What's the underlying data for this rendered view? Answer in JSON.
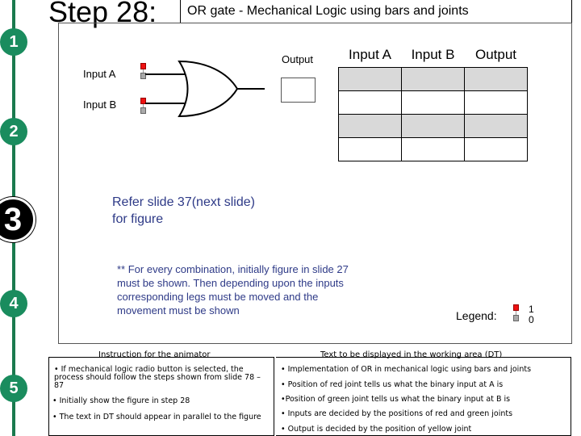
{
  "header": {
    "step_title": "Step 28:",
    "subtitle": "OR gate - Mechanical Logic using bars and joints"
  },
  "timeline": {
    "steps": [
      "1",
      "2",
      "3",
      "4",
      "5"
    ],
    "active_step": "3",
    "color": "#1a8c5e"
  },
  "figure": {
    "input_a_label": "Input A",
    "input_b_label": "Input B",
    "output_label": "Output"
  },
  "truth_table": {
    "headers": [
      "Input A",
      "Input B",
      "Output"
    ],
    "rows": [
      [
        "",
        "",
        ""
      ],
      [
        "",
        "",
        ""
      ],
      [
        "",
        "",
        ""
      ],
      [
        "",
        "",
        ""
      ]
    ]
  },
  "refer_text_line1": "Refer slide 37(next slide)",
  "refer_text_line2": "for figure",
  "note_text": "** For every combination, initially figure in slide 27 must be shown. Then depending upon the inputs corresponding legs must be moved and the movement must be shown",
  "legend": {
    "label": "Legend:",
    "value_top": "1",
    "value_bottom": "0"
  },
  "instructions": {
    "left_header": "Instruction for the animator",
    "right_header": "Text to be displayed in the working area (DT)",
    "left_items": [
      "If mechanical logic radio button is selected, the process should follow the steps shown from slide 78 – 87",
      "Initially show the figure in step 28",
      "The text in DT should appear  in parallel to the figure"
    ],
    "right_items": [
      "Implementation of OR in mechanical logic using bars and joints",
      "Position of red joint tells us what the binary input at A is",
      "Position of green joint tells us what the binary input at B is",
      "Inputs are decided by the positions of red and green joints",
      "Output is decided by the position of yellow joint"
    ]
  }
}
